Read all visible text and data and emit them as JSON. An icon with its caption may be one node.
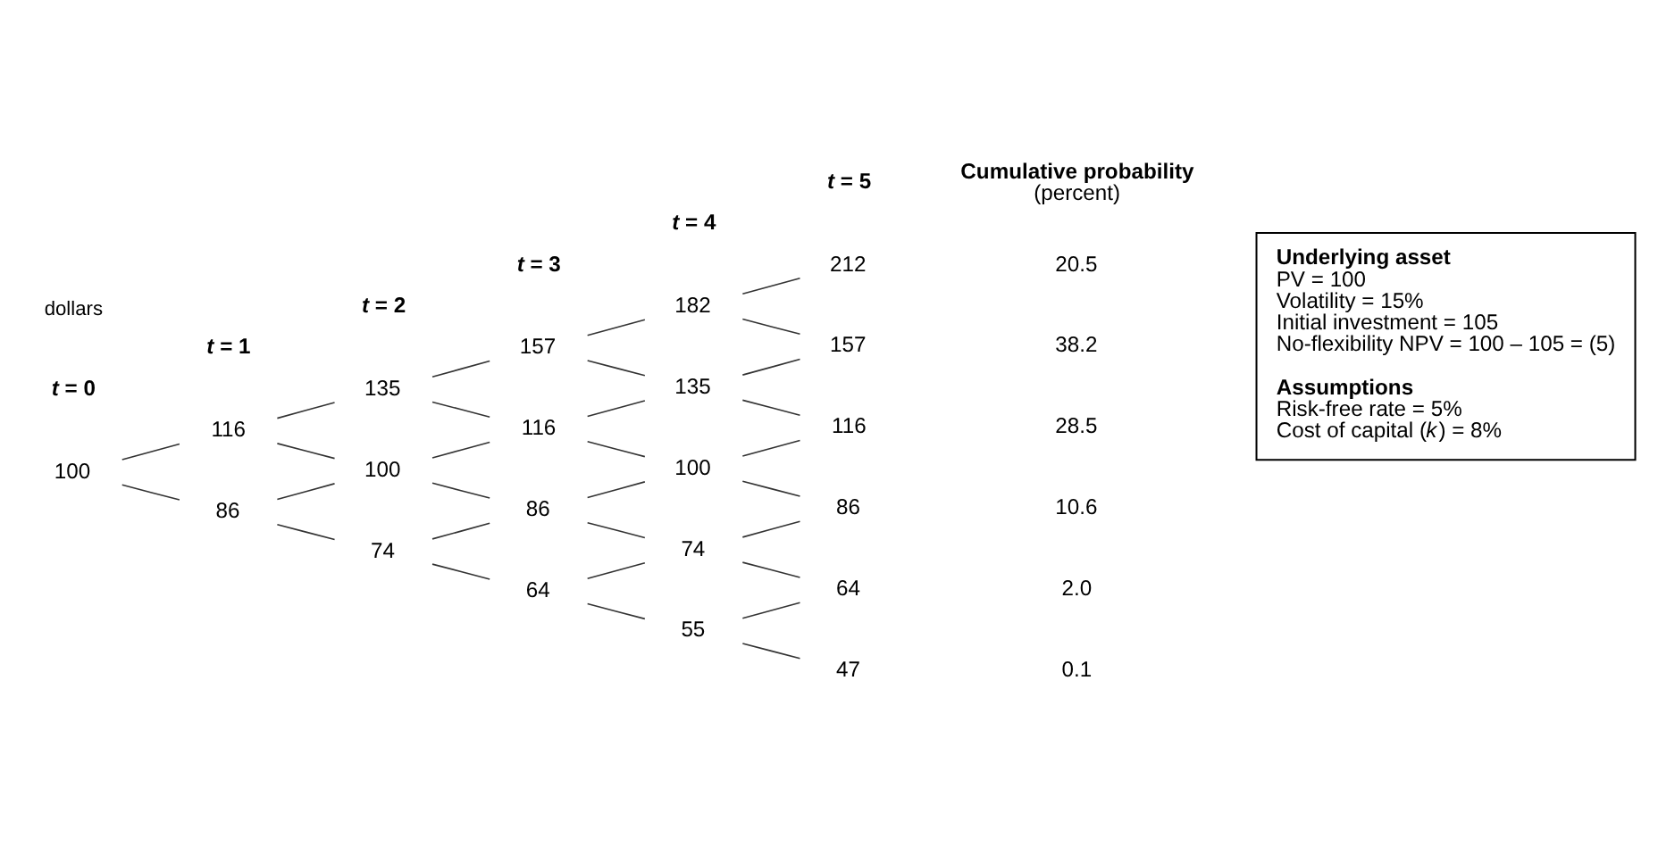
{
  "diagram": {
    "nodes": [
      {
        "text": [
          "100"
        ]
      },
      {
        "text": [
          "116"
        ]
      },
      {
        "text": [
          "86"
        ]
      },
      {
        "text": [
          "135"
        ]
      },
      {
        "text": [
          "100"
        ]
      },
      {
        "text": [
          "74"
        ]
      },
      {
        "text": [
          "157"
        ]
      },
      {
        "text": [
          "116"
        ]
      },
      {
        "text": [
          "86"
        ]
      },
      {
        "text": [
          "64"
        ]
      },
      {
        "text": [
          "182"
        ]
      },
      {
        "text": [
          "135"
        ]
      },
      {
        "text": [
          "100"
        ]
      },
      {
        "text": [
          "74"
        ]
      },
      {
        "text": [
          "55"
        ]
      },
      {
        "text": [
          "212"
        ]
      },
      {
        "text": [
          "157"
        ]
      },
      {
        "text": [
          "116"
        ]
      },
      {
        "text": [
          "86"
        ]
      },
      {
        "text": [
          "64"
        ]
      },
      {
        "text": [
          "47"
        ]
      },
      {
        "text": [
          "Underlying asset",
          "PV = 100",
          "Volatility = 15%",
          "Initial investment = 105",
          "No-flexibility NPV = 100 – 105 = (5)",
          "Assumptions",
          "Risk-free rate = 5%",
          "Cost of capital (*k*) = 8%"
        ]
      }
    ],
    "edges": [
      {
        "from": 0,
        "to": 1,
        "arrow": "none"
      },
      {
        "from": 0,
        "to": 2,
        "arrow": "none"
      },
      {
        "from": 1,
        "to": 3,
        "arrow": "none"
      },
      {
        "from": 1,
        "to": 4,
        "arrow": "none"
      },
      {
        "from": 2,
        "to": 4,
        "arrow": "none"
      },
      {
        "from": 2,
        "to": 5,
        "arrow": "none"
      },
      {
        "from": 3,
        "to": 6,
        "arrow": "none"
      },
      {
        "from": 3,
        "to": 7,
        "arrow": "none"
      },
      {
        "from": 4,
        "to": 7,
        "arrow": "none"
      },
      {
        "from": 4,
        "to": 8,
        "arrow": "none"
      },
      {
        "from": 5,
        "to": 8,
        "arrow": "none"
      },
      {
        "from": 5,
        "to": 9,
        "arrow": "none"
      },
      {
        "from": 6,
        "to": 10,
        "arrow": "none"
      },
      {
        "from": 6,
        "to": 11,
        "arrow": "none"
      },
      {
        "from": 7,
        "to": 11,
        "arrow": "none"
      },
      {
        "from": 7,
        "to": 12,
        "arrow": "none"
      },
      {
        "from": 8,
        "to": 12,
        "arrow": "none"
      },
      {
        "from": 8,
        "to": 13,
        "arrow": "none"
      },
      {
        "from": 9,
        "to": 13,
        "arrow": "none"
      },
      {
        "from": 9,
        "to": 14,
        "arrow": "none"
      },
      {
        "from": 10,
        "to": 15,
        "arrow": "none"
      },
      {
        "from": 10,
        "to": 16,
        "arrow": "none"
      },
      {
        "from": 11,
        "to": 16,
        "arrow": "none"
      },
      {
        "from": 11,
        "to": 17,
        "arrow": "none"
      },
      {
        "from": 12,
        "to": 17,
        "arrow": "none"
      },
      {
        "from": 12,
        "to": 18,
        "arrow": "none"
      },
      {
        "from": 13,
        "to": 18,
        "arrow": "none"
      },
      {
        "from": 13,
        "to": 19,
        "arrow": "none"
      },
      {
        "from": 14,
        "to": 19,
        "arrow": "none"
      },
      {
        "from": 14,
        "to": 20,
        "arrow": "none"
      }
    ],
    "labels": [
      "dollars",
      "*t* = 0",
      "*t* = 1",
      "*t* = 2",
      "*t* = 3",
      "*t* = 4",
      "*t* = 5",
      "Cumulative probability",
      "(percent)",
      "20.5",
      "38.2",
      "28.5",
      "10.6",
      "2.0",
      "0.1"
    ]
  }
}
